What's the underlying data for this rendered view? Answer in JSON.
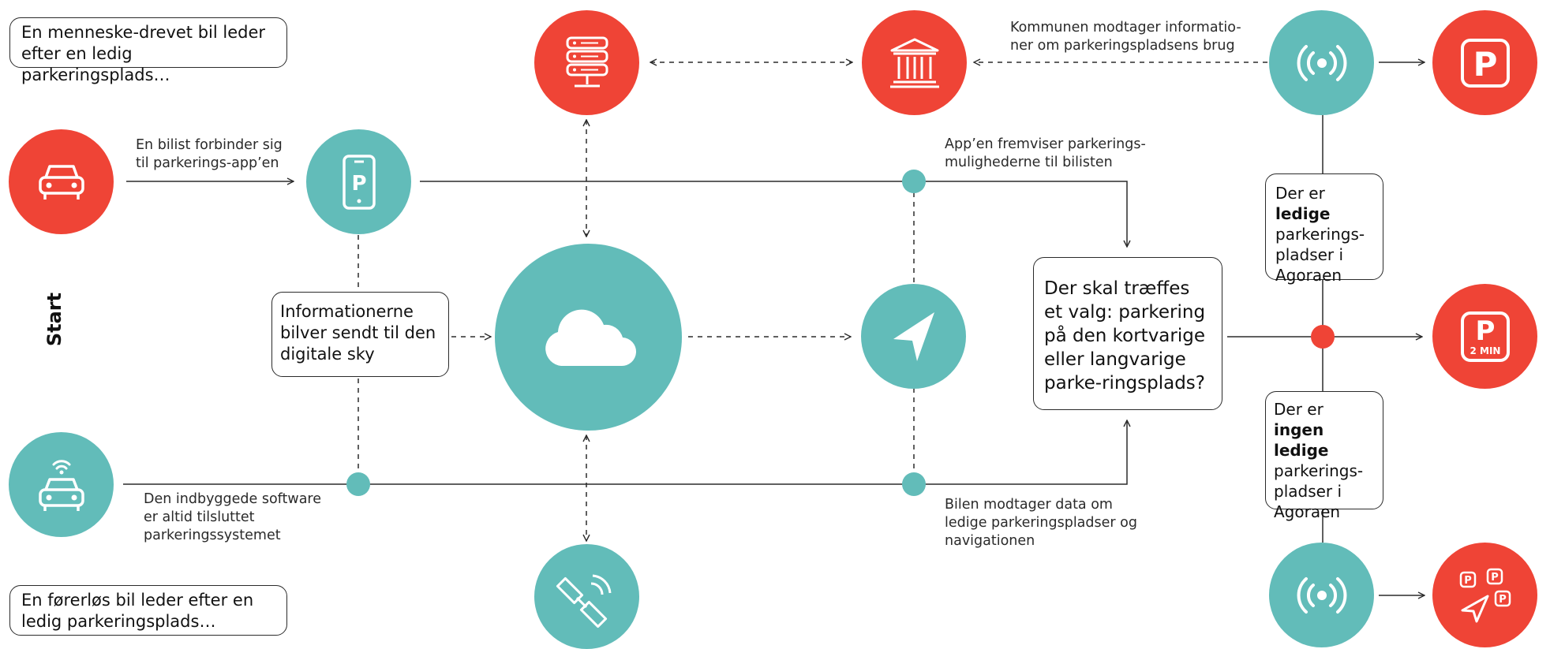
{
  "start_label": "Start",
  "notes": {
    "human_car": "En menneske-drevet bil leder efter en ledig parkeringsplads…",
    "driverless_car": "En førerløs bil leder efter en ledig parkeringsplads…"
  },
  "labels": {
    "connect_app": "En bilist forbinder sig til parkerings-app’en",
    "builtin_software": "Den indbyggede software er altid tilsluttet parkeringssystemet",
    "app_shows": "App’en fremviser parkerings-mulighederne til bilisten",
    "car_receives": "Bilen modtager data om ledige parkeringspladser og navigationen",
    "municipality": "Kommunen modtager informatio-ner om parkeringspladsens brug"
  },
  "boxes": {
    "info_sent": "Informationerne bilver sendt til den digitale sky",
    "decision": "Der skal træffes et valg: parkering på den kortvarige eller langvarige parke-ringsplads?",
    "available": {
      "prefix": "Der er",
      "bold": "ledige",
      "suffix": "parkerings-pladser i Agoraen"
    },
    "none_available": {
      "prefix": "Der er",
      "bold": "ingen ledige",
      "suffix": "parkerings-pladser i Agoraen"
    }
  },
  "icons": {
    "parking_2min_text": "2 MIN",
    "parking_letter": "P"
  },
  "colors": {
    "red": "#ef4436",
    "teal": "#62bcb9",
    "line": "#2b2b2b"
  }
}
